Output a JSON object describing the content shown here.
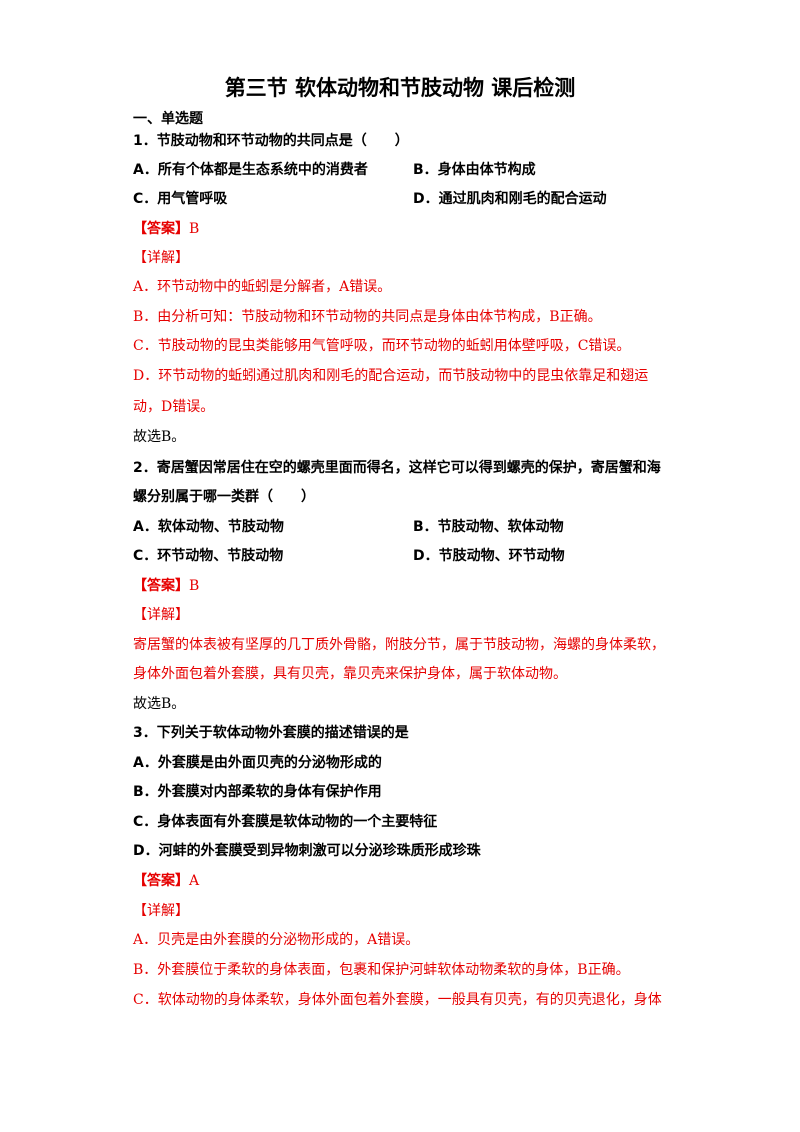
{
  "title": "第三节 软体动物和节肢动物 课后检测",
  "section": "一、单选题",
  "q1": {
    "stem": "1．节肢动物和环节动物的共同点是（　　）",
    "options": [
      "A．所有个体都是生态系统中的消费者",
      "B．身体由体节构成",
      "C．用气管呼吸",
      "D．通过肌肉和刚毛的配合运动"
    ],
    "answer_tag": "【答案】",
    "answer": "B",
    "detail_tag": "【详解】",
    "explanations": [
      "A．环节动物中的蚯蚓是分解者，A错误。",
      "B．由分析可知：节肢动物和环节动物的共同点是身体由体节构成，B正确。",
      "C．节肢动物的昆虫类能够用气管呼吸，而环节动物的蚯蚓用体壁呼吸，C错误。",
      "D．环节动物的蚯蚓通过肌肉和刚毛的配合运动，而节肢动物中的昆虫依靠足和翅运",
      "动，D错误。"
    ],
    "conclusion": "故选B。"
  },
  "q2": {
    "stem_line1": "2．寄居蟹因常居住在空的螺壳里面而得名，这样它可以得到螺壳的保护，寄居蟹和海",
    "stem_line2": "螺分别属于哪一类群（　　）",
    "options": [
      "A．软体动物、节肢动物",
      "B．节肢动物、软体动物",
      "C．环节动物、节肢动物",
      "D．节肢动物、环节动物"
    ],
    "answer_tag": "【答案】",
    "answer": "B",
    "detail_tag": "【详解】",
    "explanations": [
      "寄居蟹的体表被有坚厚的几丁质外骨骼，附肢分节，属于节肢动物，海螺的身体柔软，",
      "身体外面包着外套膜，具有贝壳，靠贝壳来保护身体，属于软体动物。"
    ],
    "conclusion": "故选B。"
  },
  "q3": {
    "stem": "3．下列关于软体动物外套膜的描述错误的是",
    "options": [
      "A．外套膜是由外面贝壳的分泌物形成的",
      "B．外套膜对内部柔软的身体有保护作用",
      "C．身体表面有外套膜是软体动物的一个主要特征",
      "D．河蚌的外套膜受到异物刺激可以分泌珍珠质形成珍珠"
    ],
    "answer_tag": "【答案】",
    "answer": "A",
    "detail_tag": "【详解】",
    "explanations": [
      "A．贝壳是由外套膜的分泌物形成的，A错误。",
      "B．外套膜位于柔软的身体表面，包裹和保护河蚌软体动物柔软的身体，B正确。",
      "C．软体动物的身体柔软，身体外面包着外套膜，一般具有贝壳，有的贝壳退化，身体"
    ]
  }
}
